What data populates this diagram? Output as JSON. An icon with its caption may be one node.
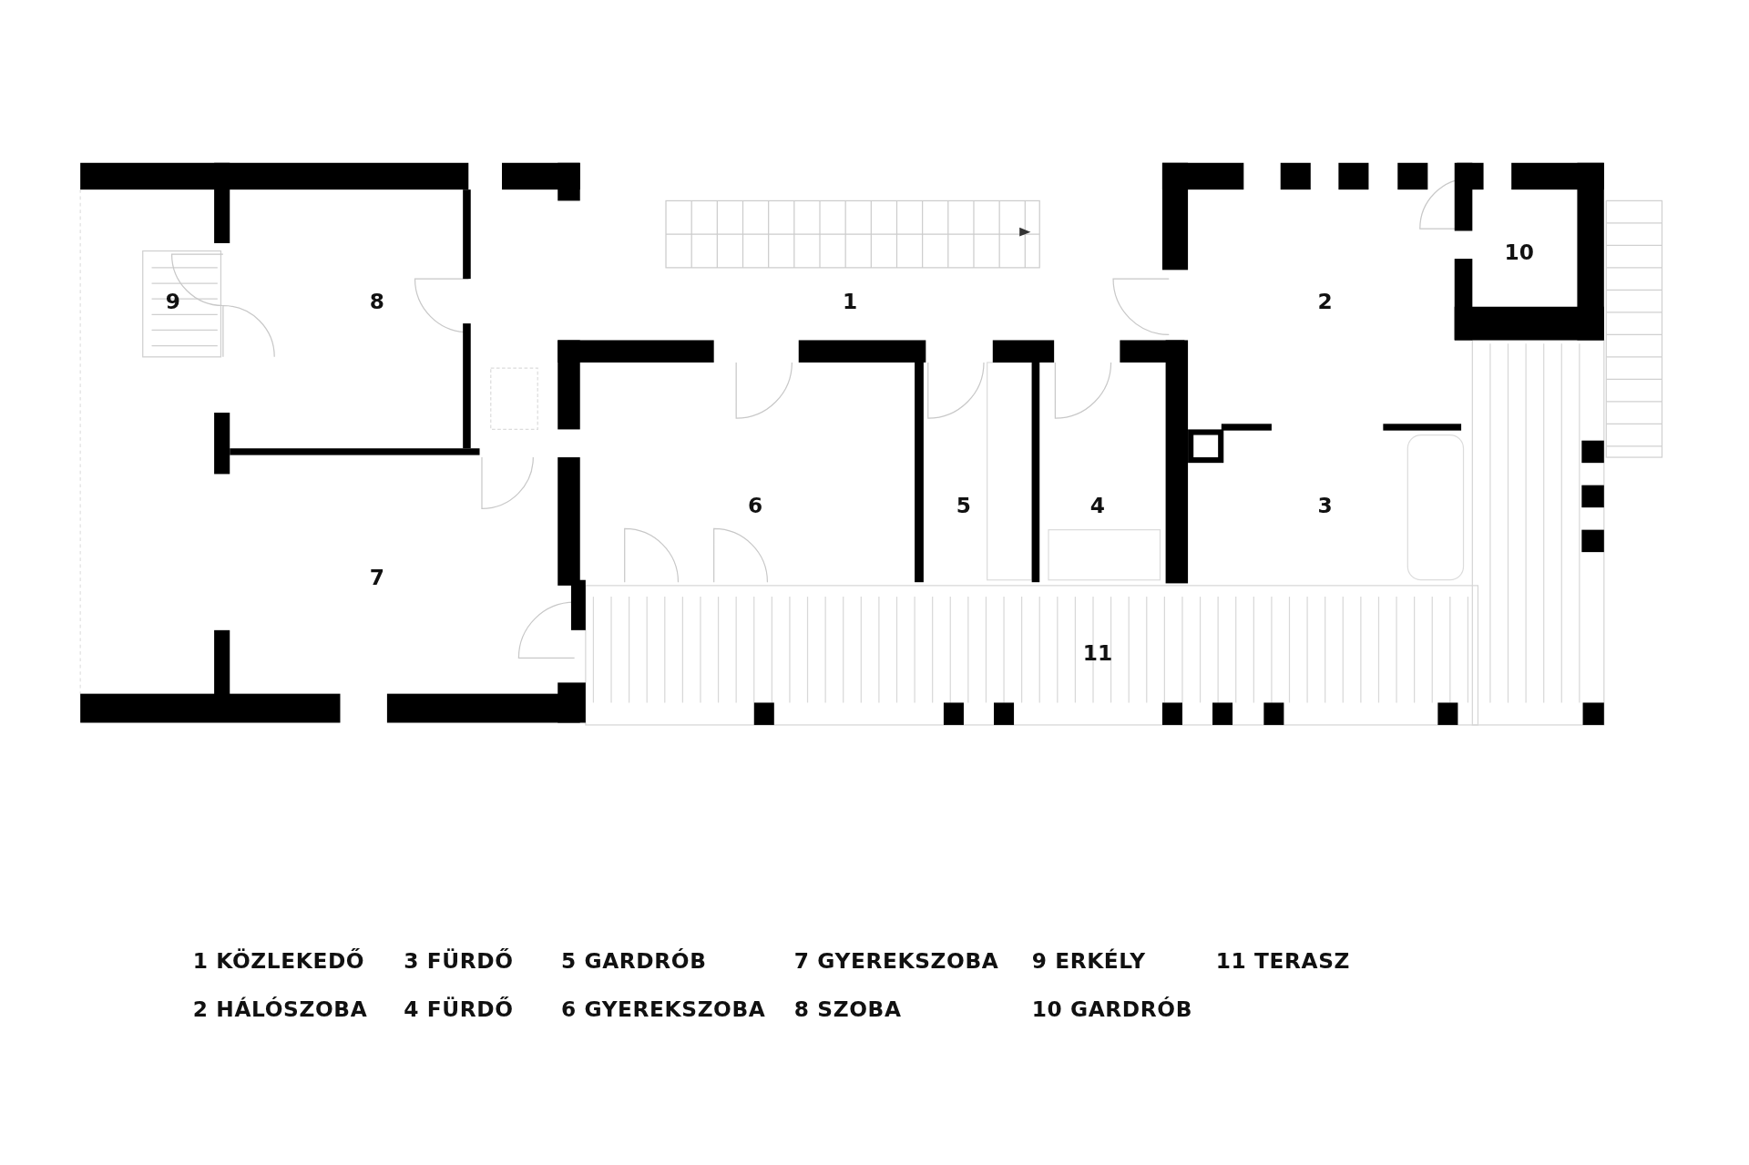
{
  "diagram": {
    "nodes": [
      {
        "text": [
          "1"
        ]
      },
      {
        "text": [
          "2"
        ]
      },
      {
        "text": [
          "3"
        ]
      },
      {
        "text": [
          "4"
        ]
      },
      {
        "text": [
          "5"
        ]
      },
      {
        "text": [
          "6"
        ]
      },
      {
        "text": [
          "7"
        ]
      },
      {
        "text": [
          "8"
        ]
      },
      {
        "text": [
          "9"
        ]
      },
      {
        "text": [
          "10"
        ]
      },
      {
        "text": [
          "11"
        ]
      }
    ],
    "edges": [],
    "labels": [
      "1 KÖZLEKEDŐ",
      "3 FÜRDŐ",
      "5 GARDRÓB",
      "7 GYEREKSZOBA",
      "9 ERKÉLY",
      "11 TERASZ",
      "2 HÁLÓSZOBA",
      "4 FÜRDŐ",
      "6 GYEREKSZOBA",
      "8 SZOBA",
      "10 GARDRÓB"
    ]
  }
}
